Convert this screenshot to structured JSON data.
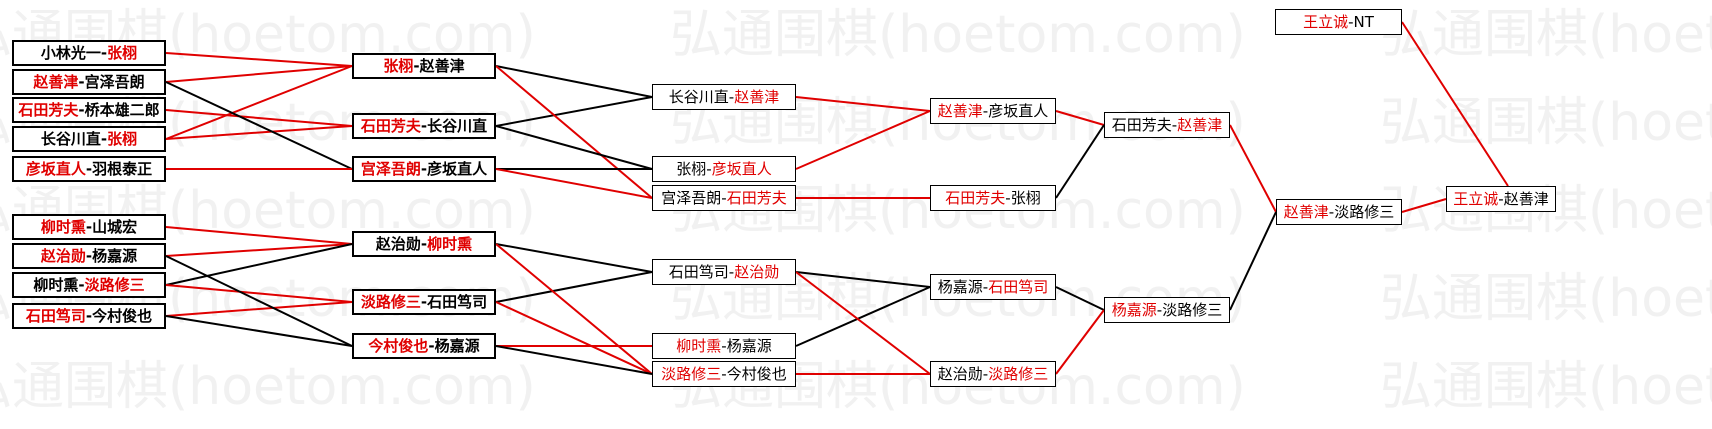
{
  "watermark": {
    "text": "弘通围棋(hoetom.com)"
  },
  "colors": {
    "winner": "#e00000",
    "line_winner": "#e00000",
    "line_loser": "#000000",
    "border": "#000000"
  },
  "nodes": [
    {
      "id": "r1m1",
      "round": 1,
      "slot": 0,
      "a": "小林光一",
      "b": "张栩",
      "winner": "b"
    },
    {
      "id": "r1m2",
      "round": 1,
      "slot": 1,
      "a": "赵善津",
      "b": "宫泽吾朗",
      "winner": "a"
    },
    {
      "id": "r1m3",
      "round": 1,
      "slot": 2,
      "a": "石田芳夫",
      "b": "桥本雄二郎",
      "winner": "a"
    },
    {
      "id": "r1m4",
      "round": 1,
      "slot": 3,
      "a": "长谷川直",
      "b": "张栩",
      "winner": "b"
    },
    {
      "id": "r1m5",
      "round": 1,
      "slot": 4,
      "a": "彦坂直人",
      "b": "羽根泰正",
      "winner": "a"
    },
    {
      "id": "r1m6",
      "round": 1,
      "slot": 5,
      "a": "柳时熏",
      "b": "山城宏",
      "winner": "a"
    },
    {
      "id": "r1m7",
      "round": 1,
      "slot": 6,
      "a": "赵治勋",
      "b": "杨嘉源",
      "winner": "a"
    },
    {
      "id": "r1m8",
      "round": 1,
      "slot": 7,
      "a": "柳时熏",
      "b": "淡路修三",
      "winner": "b"
    },
    {
      "id": "r1m9",
      "round": 1,
      "slot": 8,
      "a": "石田笃司",
      "b": "今村俊也",
      "winner": "a"
    },
    {
      "id": "r2m1",
      "round": 2,
      "slot": 0,
      "a": "张栩",
      "b": "赵善津",
      "winner": "a"
    },
    {
      "id": "r2m2",
      "round": 2,
      "slot": 1,
      "a": "石田芳夫",
      "b": "长谷川直",
      "winner": "a"
    },
    {
      "id": "r2m3",
      "round": 2,
      "slot": 2,
      "a": "宫泽吾朗",
      "b": "彦坂直人",
      "winner": "a"
    },
    {
      "id": "r2m4",
      "round": 2,
      "slot": 3,
      "a": "赵治勋",
      "b": "柳时熏",
      "winner": "b"
    },
    {
      "id": "r2m5",
      "round": 2,
      "slot": 4,
      "a": "淡路修三",
      "b": "石田笃司",
      "winner": "a"
    },
    {
      "id": "r2m6",
      "round": 2,
      "slot": 5,
      "a": "今村俊也",
      "b": "杨嘉源",
      "winner": "a"
    },
    {
      "id": "r3m1",
      "round": 3,
      "slot": 0,
      "a": "长谷川直",
      "b": "赵善津",
      "winner": "b"
    },
    {
      "id": "r3m2",
      "round": 3,
      "slot": 1,
      "a": "张栩",
      "b": "彦坂直人",
      "winner": "b"
    },
    {
      "id": "r3m3",
      "round": 3,
      "slot": 2,
      "a": "宫泽吾朗",
      "b": "石田芳夫",
      "winner": "b"
    },
    {
      "id": "r3m4",
      "round": 3,
      "slot": 3,
      "a": "石田笃司",
      "b": "赵治勋",
      "winner": "b"
    },
    {
      "id": "r3m5",
      "round": 3,
      "slot": 4,
      "a": "柳时熏",
      "b": "杨嘉源",
      "winner": "a"
    },
    {
      "id": "r3m6",
      "round": 3,
      "slot": 5,
      "a": "淡路修三",
      "b": "今村俊也",
      "winner": "a"
    },
    {
      "id": "r4m1",
      "round": 4,
      "slot": 0,
      "a": "赵善津",
      "b": "彦坂直人",
      "winner": "a"
    },
    {
      "id": "r4m2",
      "round": 4,
      "slot": 1,
      "a": "石田芳夫",
      "b": "张栩",
      "winner": "a"
    },
    {
      "id": "r4m3",
      "round": 4,
      "slot": 2,
      "a": "杨嘉源",
      "b": "石田笃司",
      "winner": "b"
    },
    {
      "id": "r4m4",
      "round": 4,
      "slot": 3,
      "a": "赵治勋",
      "b": "淡路修三",
      "winner": "b"
    },
    {
      "id": "r5m1",
      "round": 5,
      "slot": 0,
      "a": "石田芳夫",
      "b": "赵善津",
      "winner": "b"
    },
    {
      "id": "r5m2",
      "round": 5,
      "slot": 1,
      "a": "杨嘉源",
      "b": "淡路修三",
      "winner": "a"
    },
    {
      "id": "r6m1",
      "round": 6,
      "slot": 0,
      "a": "赵善津",
      "b": "淡路修三",
      "winner": "a"
    },
    {
      "id": "r7m0",
      "round": 7,
      "slot": 0,
      "a": "王立诚",
      "b": "NT",
      "winner": "a"
    },
    {
      "id": "r7m1",
      "round": 7,
      "slot": 1,
      "a": "王立诚",
      "b": "赵善津",
      "winner": "a"
    }
  ],
  "links": [
    [
      "r1m1",
      "r2m1",
      "w"
    ],
    [
      "r1m2",
      "r2m1",
      "w"
    ],
    [
      "r1m3",
      "r2m2",
      "w"
    ],
    [
      "r1m4",
      "r2m2",
      "w"
    ],
    [
      "r1m4",
      "r2m1",
      "w"
    ],
    [
      "r1m2",
      "r2m3",
      "l"
    ],
    [
      "r1m5",
      "r2m3",
      "w"
    ],
    [
      "r1m6",
      "r2m4",
      "w"
    ],
    [
      "r1m7",
      "r2m4",
      "w"
    ],
    [
      "r1m8",
      "r2m4",
      "l"
    ],
    [
      "r1m8",
      "r2m5",
      "w"
    ],
    [
      "r1m9",
      "r2m5",
      "w"
    ],
    [
      "r1m7",
      "r2m6",
      "l"
    ],
    [
      "r1m9",
      "r2m6",
      "l"
    ],
    [
      "r2m1",
      "r3m1",
      "l"
    ],
    [
      "r2m2",
      "r3m1",
      "l"
    ],
    [
      "r2m1",
      "r3m3",
      "w"
    ],
    [
      "r2m2",
      "r3m2",
      "l"
    ],
    [
      "r2m3",
      "r3m2",
      "l"
    ],
    [
      "r2m3",
      "r3m3",
      "w"
    ],
    [
      "r2m4",
      "r3m4",
      "l"
    ],
    [
      "r2m5",
      "r3m4",
      "l"
    ],
    [
      "r2m4",
      "r3m6",
      "w"
    ],
    [
      "r2m5",
      "r3m6",
      "w"
    ],
    [
      "r2m6",
      "r3m5",
      "w"
    ],
    [
      "r2m6",
      "r3m6",
      "l"
    ],
    [
      "r3m1",
      "r4m1",
      "w"
    ],
    [
      "r3m2",
      "r4m1",
      "w"
    ],
    [
      "r3m3",
      "r4m2",
      "w"
    ],
    [
      "r3m4",
      "r4m3",
      "l"
    ],
    [
      "r3m5",
      "r4m3",
      "l"
    ],
    [
      "r3m4",
      "r4m4",
      "w"
    ],
    [
      "r3m6",
      "r4m4",
      "w"
    ],
    [
      "r4m1",
      "r5m1",
      "w"
    ],
    [
      "r4m2",
      "r5m1",
      "l"
    ],
    [
      "r4m3",
      "r5m2",
      "l"
    ],
    [
      "r4m4",
      "r5m2",
      "w"
    ],
    [
      "r5m1",
      "r6m1",
      "w"
    ],
    [
      "r5m2",
      "r6m1",
      "l"
    ],
    [
      "r6m1",
      "r7m1",
      "w"
    ],
    [
      "r7m0",
      "r7m1",
      "w"
    ]
  ]
}
